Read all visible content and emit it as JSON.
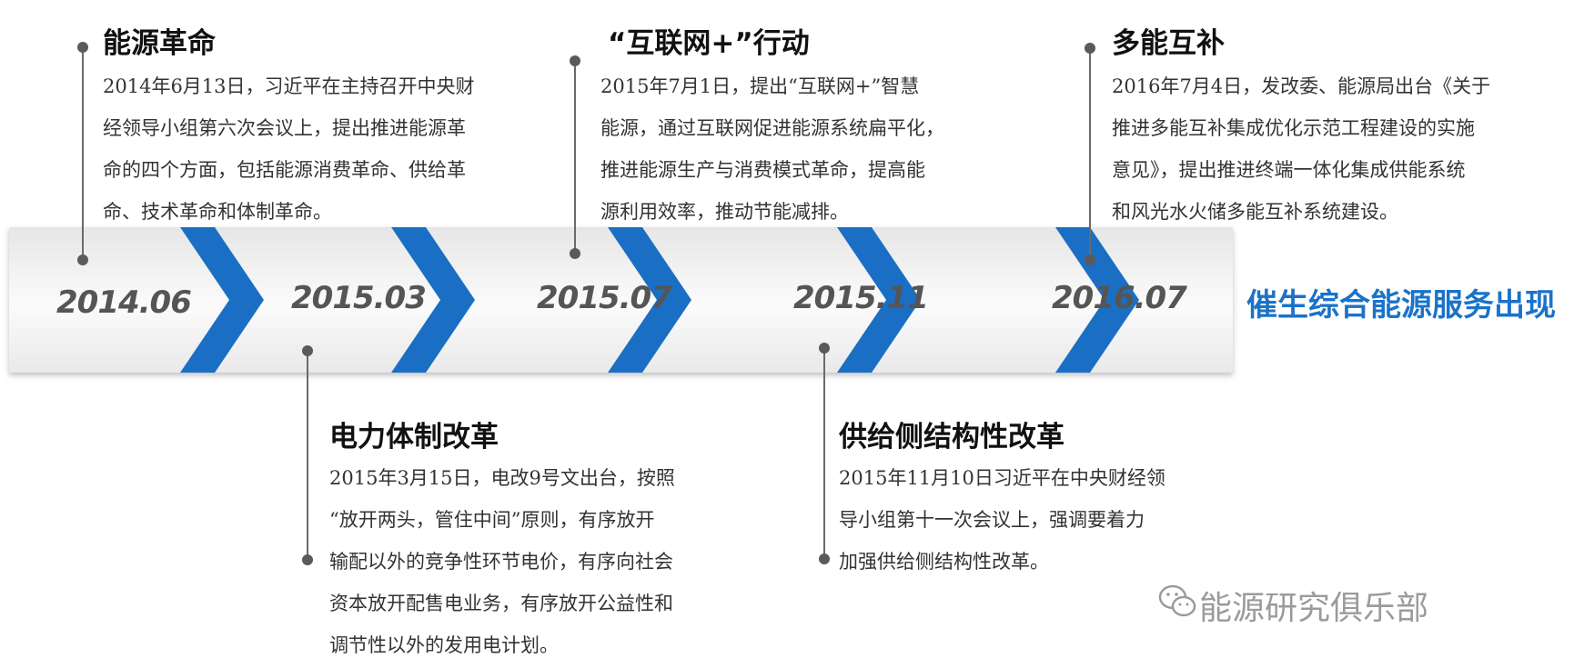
{
  "timeline": {
    "years": [
      "2014.06",
      "2015.03",
      "2015.07",
      "2015.11",
      "2016.07"
    ],
    "result": "催生综合能源服务出现",
    "accent_color": "#1a6fc4",
    "label_color": "#555555",
    "result_color": "#1a73c9"
  },
  "events": [
    {
      "title": "能源革命",
      "lines": [
        "2014年6月13日，习近平在主持召开中央财",
        "经领导小组第六次会议上，提出推进能源革",
        "命的四个方面，包括能源消费革命、供给革",
        "命、技术革命和体制革命。"
      ]
    },
    {
      "title": "电力体制改革",
      "lines": [
        "2015年3月15日，电改9号文出台，按照",
        "“放开两头，管住中间”原则，有序放开",
        "输配以外的竞争性环节电价，有序向社会",
        "资本放开配售电业务，有序放开公益性和",
        "调节性以外的发用电计划。"
      ]
    },
    {
      "title": "“互联网+”行动",
      "lines": [
        "2015年7月1日，提出“互联网+”智慧",
        "能源，通过互联网促进能源系统扁平化，",
        "推进能源生产与消费模式革命，提高能",
        "源利用效率，推动节能减排。"
      ]
    },
    {
      "title": "供给侧结构性改革",
      "lines": [
        "2015年11月10日习近平在中央财经领",
        "导小组第十一次会议上，强调要着力",
        "加强供给侧结构性改革。"
      ]
    },
    {
      "title": "多能互补",
      "lines": [
        "2016年7月4日，发改委、能源局出台《关于",
        "推进多能互补集成优化示范工程建设的实施",
        "意见》，提出推进终端一体化集成供能系统",
        "和风光水火储多能互补系统建设。"
      ]
    }
  ],
  "watermark": {
    "text": "能源研究俱乐部",
    "icon": "wechat-icon"
  }
}
